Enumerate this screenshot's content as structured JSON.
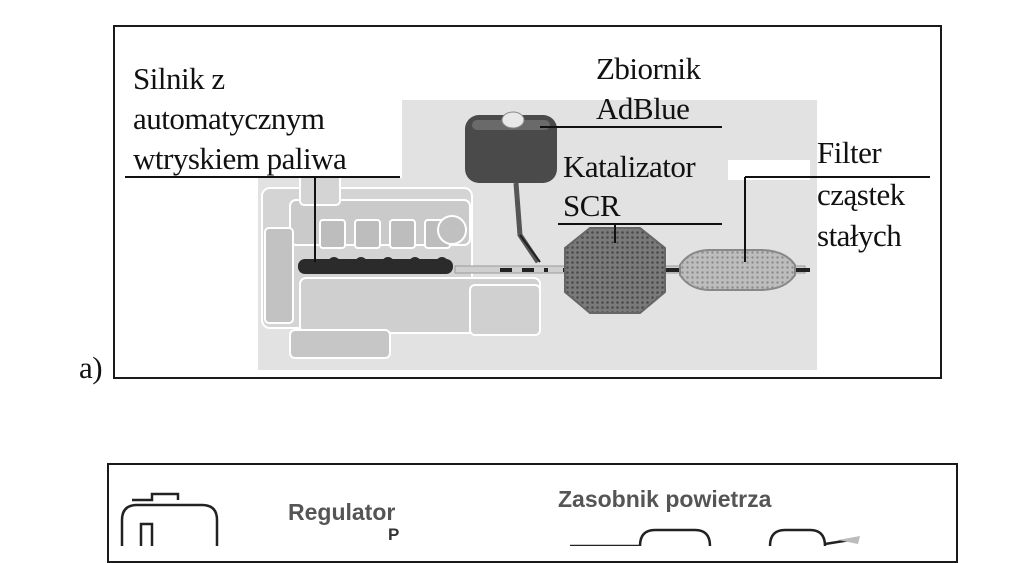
{
  "panel_a": {
    "letter": "a)",
    "engine_label": [
      "Silnik z",
      "automatycznym",
      "wtryskiem paliwa"
    ],
    "tank_label": [
      "Zbiornik",
      "AdBlue"
    ],
    "catalyst_label": [
      "Katalizator",
      "SCR"
    ],
    "filter_label": [
      "Filter",
      "cząstek",
      "stałych"
    ]
  },
  "panel_b": {
    "regulator_label": "Regulator",
    "regulator_symbol": "P",
    "air_reservoir_label": "Zasobnik powietrza"
  }
}
